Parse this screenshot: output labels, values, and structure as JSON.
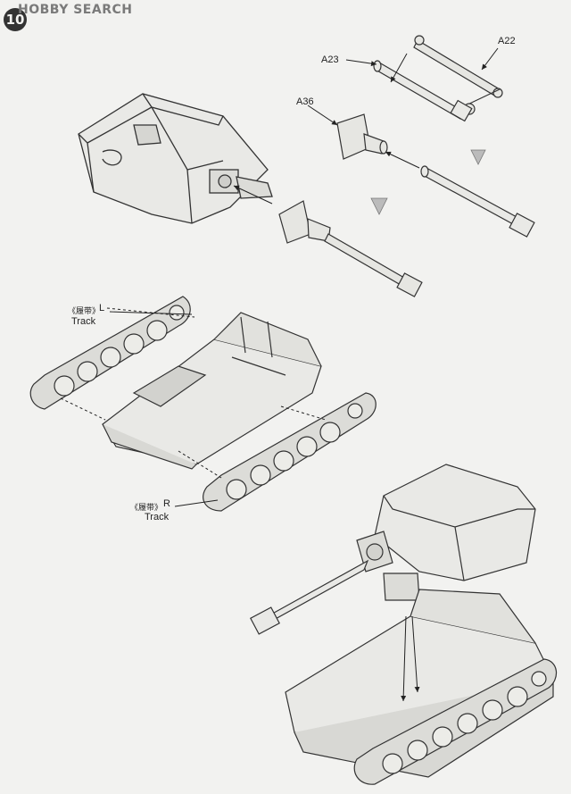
{
  "header": {
    "step_number": "10",
    "watermark": "HOBBY SEARCH"
  },
  "part_labels": {
    "a22": "A22",
    "a23": "A23",
    "a36": "A36"
  },
  "track_left": {
    "chinese": "《履带》",
    "side": "L",
    "name": "Track"
  },
  "track_right": {
    "chinese": "《履带》",
    "side": "R",
    "name": "Track"
  }
}
